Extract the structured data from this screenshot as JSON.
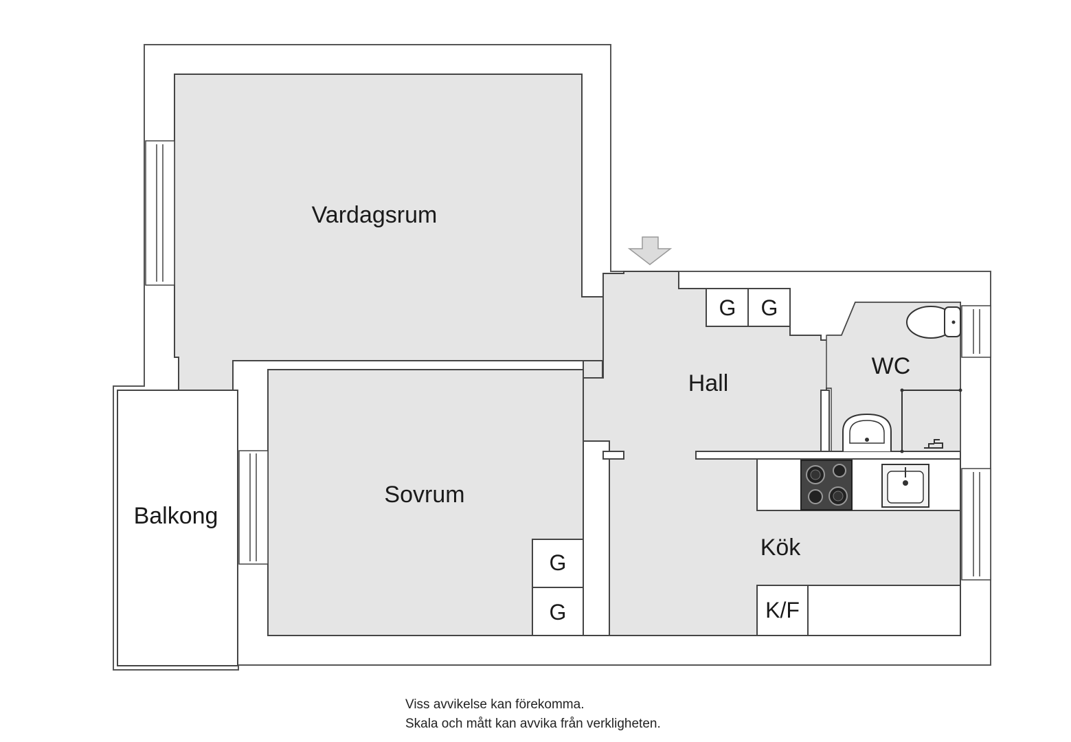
{
  "rooms": {
    "vardagsrum": "Vardagsrum",
    "sovrum": "Sovrum",
    "balkong": "Balkong",
    "hall": "Hall",
    "wc": "WC",
    "kok": "Kök"
  },
  "fixtures": {
    "hall_closet_1": "G",
    "hall_closet_2": "G",
    "sovrum_closet_1": "G",
    "sovrum_closet_2": "G",
    "fridge_freezer": "K/F"
  },
  "disclaimer": {
    "line1": "Viss avvikelse kan förekomma.",
    "line2": "Skala och mått kan avvika från verkligheten."
  }
}
